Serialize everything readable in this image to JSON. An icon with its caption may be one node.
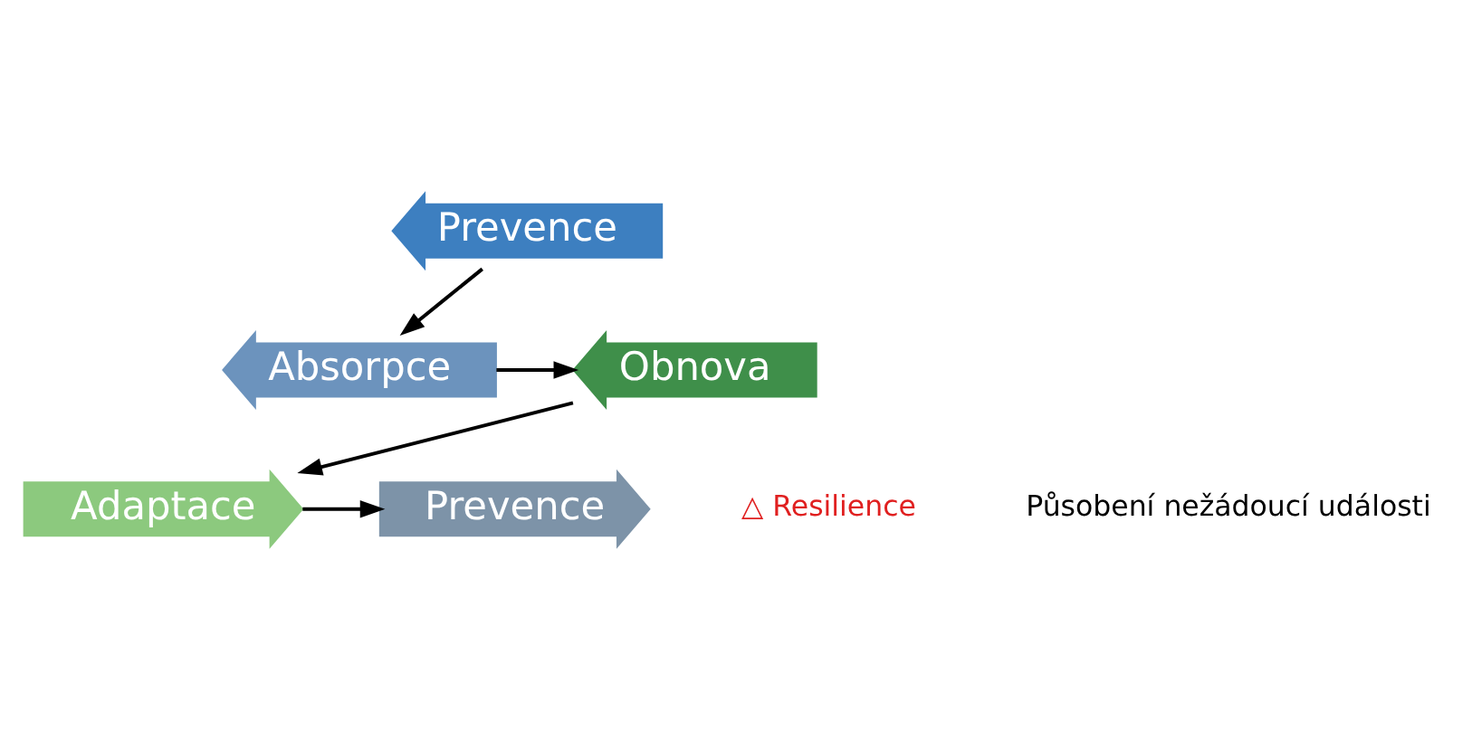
{
  "diagram": {
    "nodes": [
      {
        "text": [
          "Adaptace"
        ]
      },
      {
        "text": [
          "Prevence"
        ]
      },
      {
        "text": [
          "Prevence"
        ]
      },
      {
        "text": [
          "Obnova"
        ]
      },
      {
        "text": [
          "Absorpce"
        ]
      }
    ],
    "edges": [
      {
        "from": 2,
        "to": 4,
        "arrow": "to"
      },
      {
        "from": 4,
        "to": 3,
        "arrow": "to"
      },
      {
        "from": 3,
        "to": 0,
        "arrow": "to"
      },
      {
        "from": 0,
        "to": 1,
        "arrow": "to"
      }
    ],
    "labels": [
      "△ Resilience",
      "Působení nežádoucí události"
    ]
  }
}
